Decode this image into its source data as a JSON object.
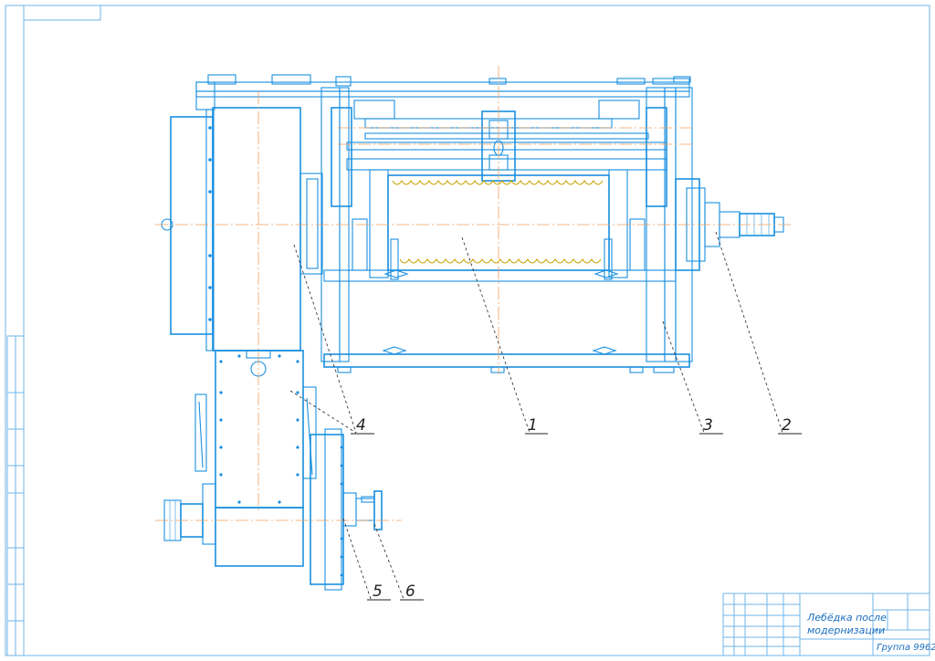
{
  "title_block": {
    "title_line1": "Лебёдка после",
    "title_line2": "модернизации",
    "group": "Группа 9962"
  },
  "callouts": [
    {
      "id": "callout-1",
      "label": "1"
    },
    {
      "id": "callout-2",
      "label": "2"
    },
    {
      "id": "callout-3",
      "label": "3"
    },
    {
      "id": "callout-4",
      "label": "4"
    },
    {
      "id": "callout-5",
      "label": "5"
    },
    {
      "id": "callout-6",
      "label": "6"
    }
  ],
  "colors": {
    "line": "#1a8fe0",
    "axis": "#f0a060",
    "leader": "#222222"
  }
}
